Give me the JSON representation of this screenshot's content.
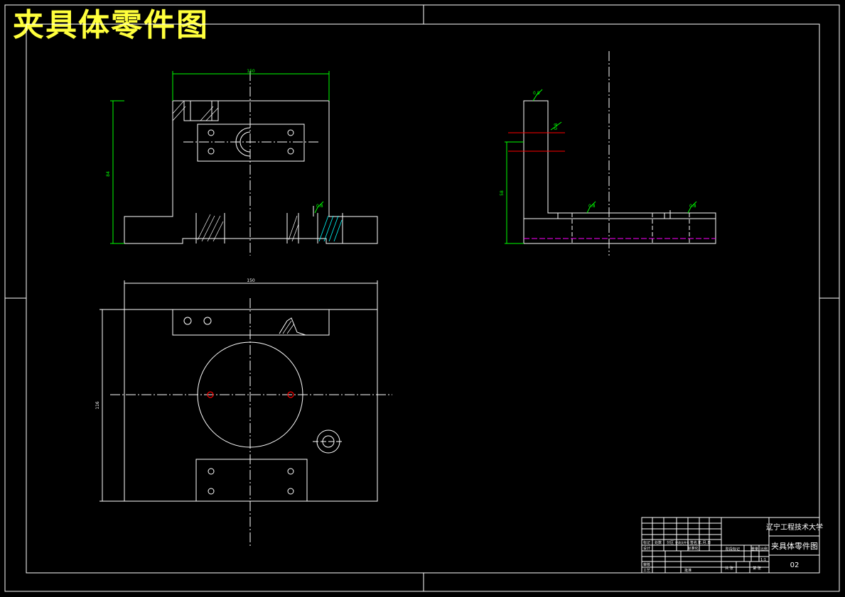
{
  "drawing": {
    "banner_title": "夹具体零件图"
  },
  "dimensions": {
    "front_width": "150",
    "front_height": "84",
    "side_height": "58",
    "top_width": "150",
    "top_height": "116"
  },
  "surface_finish": {
    "front_right": "0.8",
    "side_top": "0.8",
    "side_bore": "0.8",
    "side_base_left": "0.8",
    "side_base_right": "0.8"
  },
  "title_block": {
    "university": "辽宁工程技术大学",
    "part_name": "夹具体零件图",
    "drawing_no": "02",
    "scale": "1:1",
    "row_labels": {
      "mark": "标记",
      "process": "处数",
      "zone": "分区",
      "change_doc": "更改文件号",
      "signature": "签名",
      "date": "年.月.日",
      "design": "设计",
      "standardize": "标准化",
      "review": "审核",
      "craft": "工艺",
      "approve": "批准",
      "stage_mark": "阶段标记",
      "weight": "重量",
      "ratio": "比例",
      "sheets": "共 张",
      "sheet_no": "第 张"
    }
  },
  "colors": {
    "background": "#000000",
    "outline": "#ffffff",
    "dimension": "#00ff00",
    "centerline": "#ffffff",
    "hatch": "#00ffff",
    "banner": "#ffff3c",
    "hole_mark": "#ff0000",
    "phantom": "#ff00ff"
  }
}
